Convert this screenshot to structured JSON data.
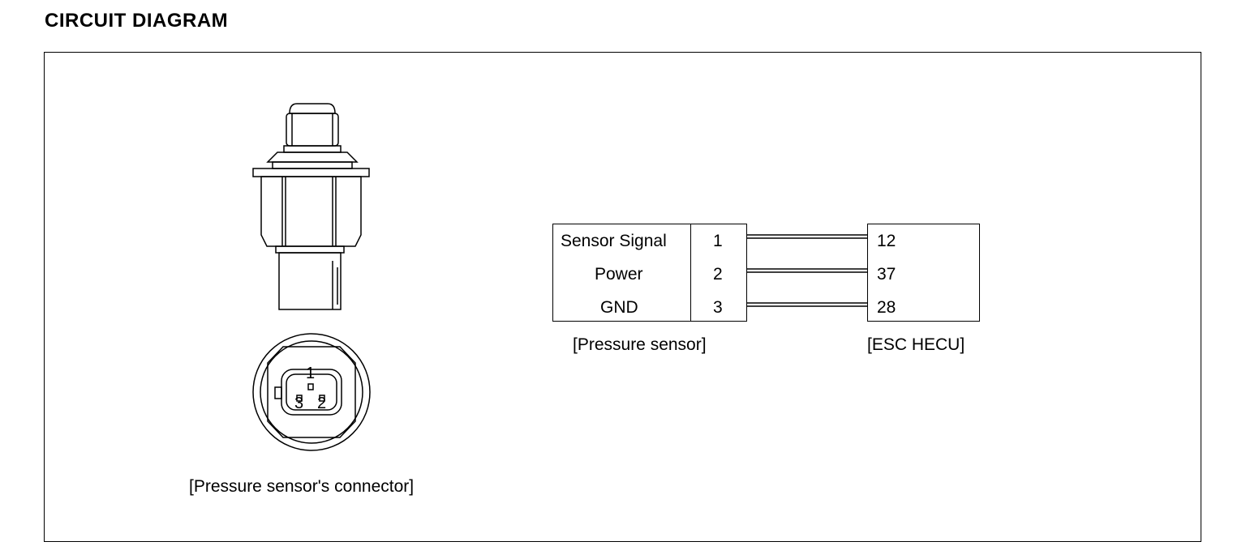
{
  "heading": "CIRCUIT DIAGRAM",
  "sensor_connector": {
    "pin1": "1",
    "pin2": "2",
    "pin3": "3",
    "caption": "[Pressure sensor's connector]"
  },
  "pressure_sensor": {
    "caption": "[Pressure sensor]",
    "rows": [
      {
        "name": "Sensor Signal",
        "pin": "1"
      },
      {
        "name": "Power",
        "pin": "2"
      },
      {
        "name": "GND",
        "pin": "3"
      }
    ]
  },
  "esc_hecu": {
    "caption": "[ESC HECU]",
    "pins": [
      "12",
      "37",
      "28"
    ]
  }
}
